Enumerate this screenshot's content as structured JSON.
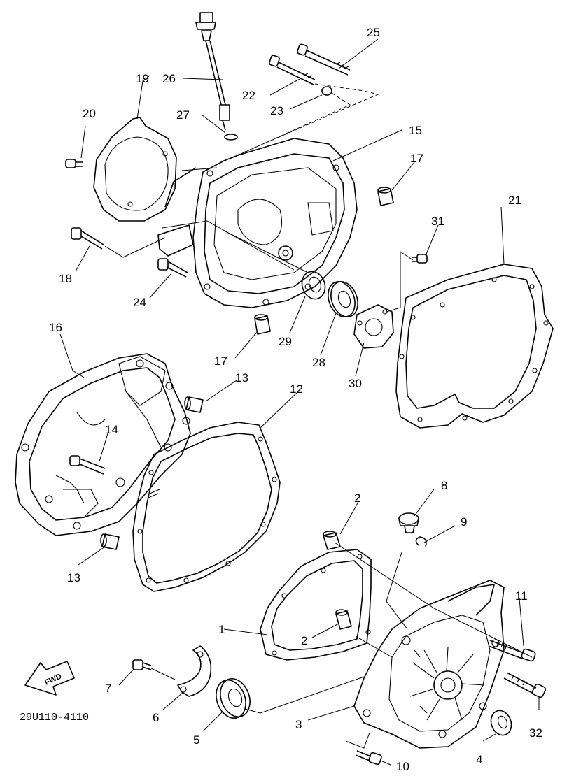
{
  "diagram": {
    "code": "29U110-4110",
    "fwd_label": "FWD",
    "callouts": {
      "c1": "1",
      "c2a": "2",
      "c2b": "2",
      "c3": "3",
      "c4": "4",
      "c5": "5",
      "c6": "6",
      "c7": "7",
      "c8": "8",
      "c9": "9",
      "c10": "10",
      "c11": "11",
      "c12": "12",
      "c13a": "13",
      "c13b": "13",
      "c14": "14",
      "c15": "15",
      "c16": "16",
      "c17a": "17",
      "c17b": "17",
      "c18": "18",
      "c19": "19",
      "c20": "20",
      "c21": "21",
      "c22": "22",
      "c23": "23",
      "c24": "24",
      "c25": "25",
      "c26": "26",
      "c27": "27",
      "c28": "28",
      "c29": "29",
      "c30": "30",
      "c31": "31",
      "c32": "32"
    }
  }
}
